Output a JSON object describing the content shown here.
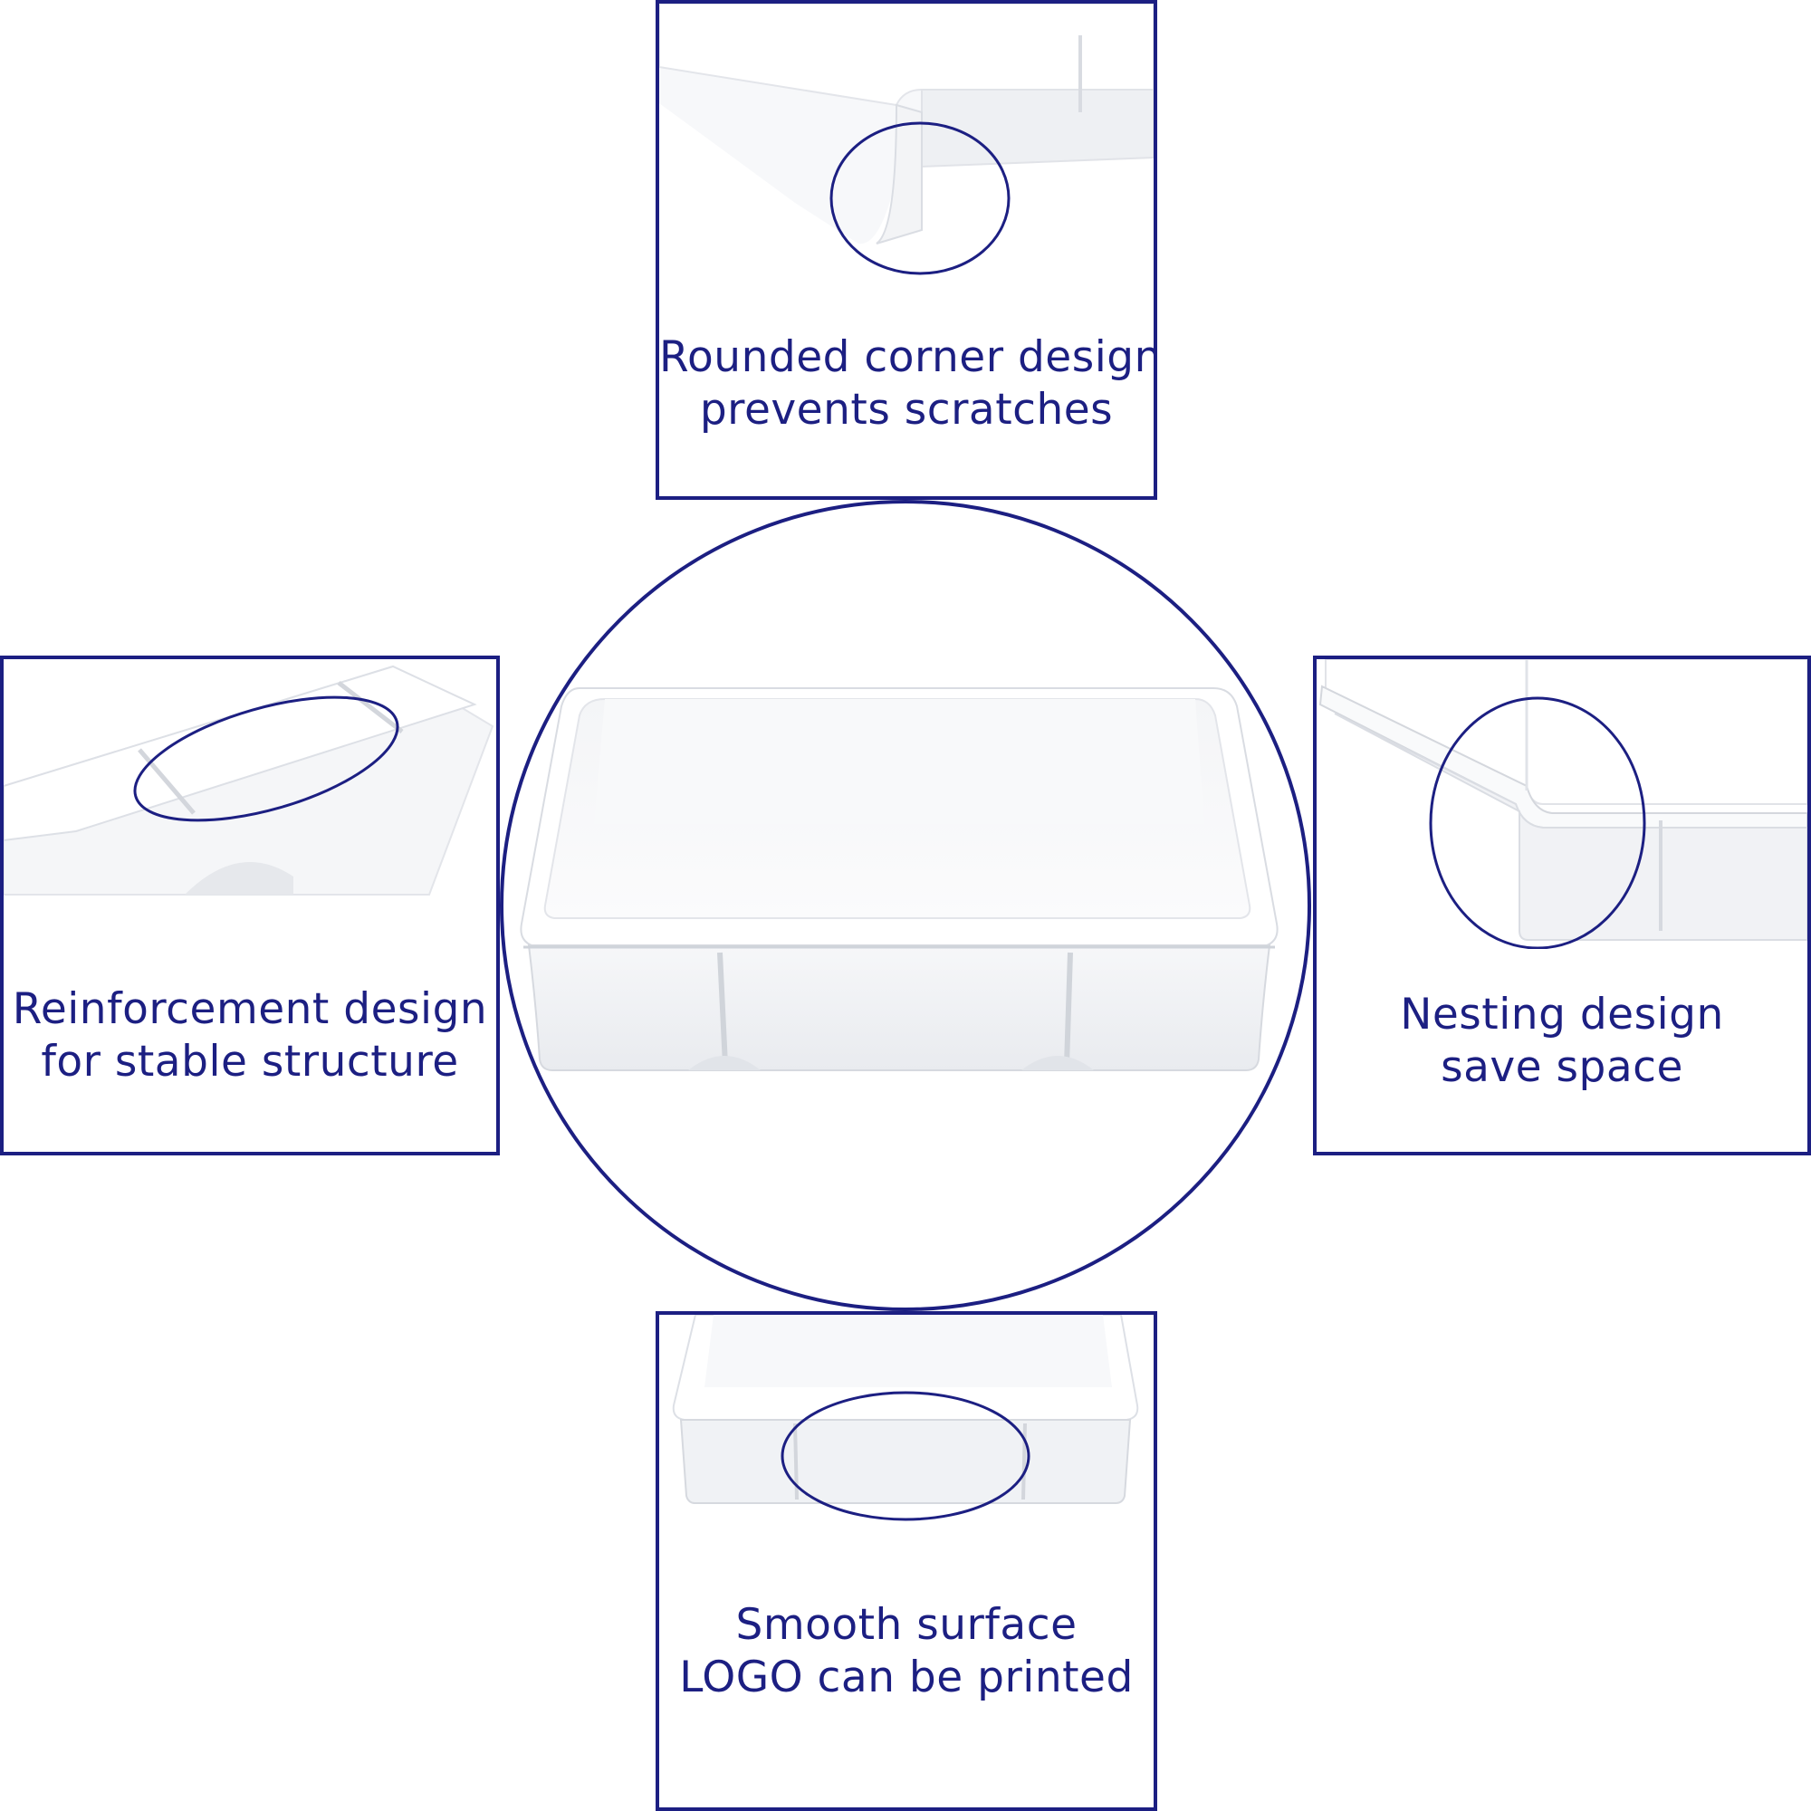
{
  "accent_color": "#1c1f82",
  "product": "white-plastic-tray",
  "features": {
    "top": {
      "line1": "Rounded corner design",
      "line2": "prevents scratches"
    },
    "left": {
      "line1": "Reinforcement design",
      "line2": "for stable structure"
    },
    "right": {
      "line1": "Nesting design",
      "line2": "save space"
    },
    "bottom": {
      "line1": "Smooth surface",
      "line2": "LOGO can be printed"
    }
  }
}
